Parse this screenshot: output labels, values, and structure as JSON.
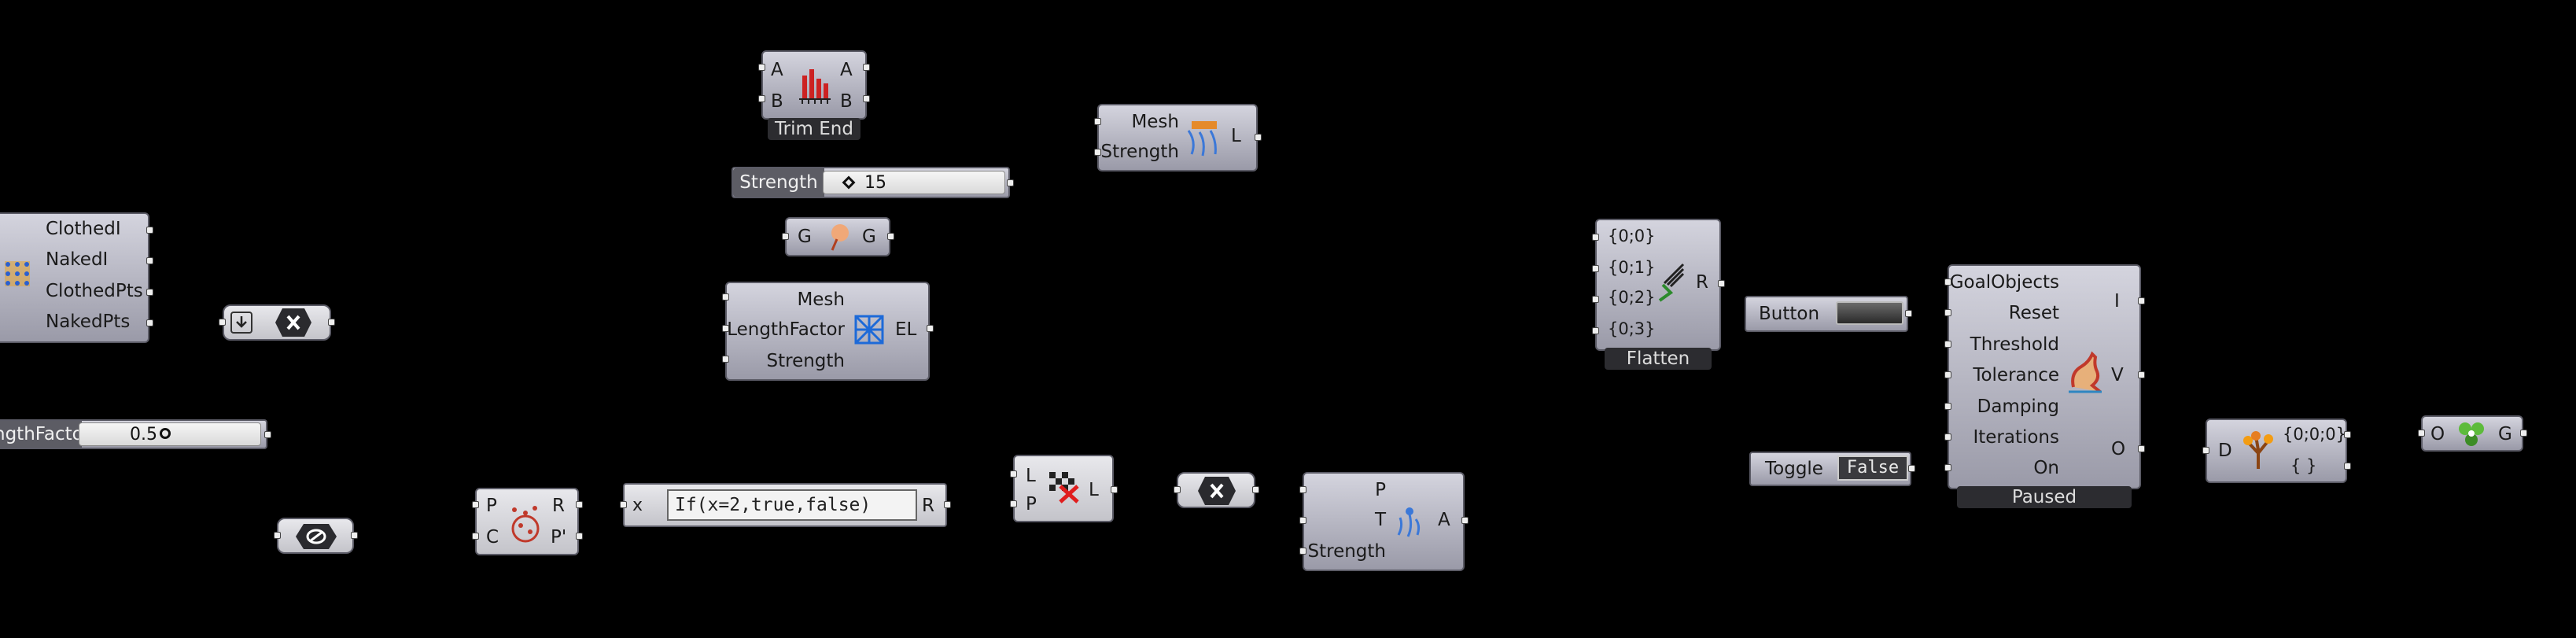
{
  "nodes": {
    "kangaroo_mesh": {
      "outputs": [
        "ClothedI",
        "NakedI",
        "ClothedPts",
        "NakedPts"
      ]
    },
    "length_factor_slider": {
      "label": "ngthFactor",
      "value": "0.5"
    },
    "trim_end": {
      "inputs": [
        "A",
        "B"
      ],
      "outputs": [
        "A",
        "B"
      ],
      "name": "Trim End"
    },
    "strength_slider": {
      "label": "Strength",
      "value": "15"
    },
    "goal_gg": {
      "input": "G",
      "output": "G"
    },
    "edge_lengths": {
      "inputs": [
        "Mesh",
        "LengthFactor",
        "Strength"
      ],
      "output": "EL"
    },
    "mesh_strength": {
      "inputs": [
        "Mesh",
        "Strength"
      ],
      "output": "L"
    },
    "flatten": {
      "inputs": [
        "{0;0}",
        "{0;1}",
        "{0;2}",
        "{0;3}"
      ],
      "output": "R",
      "name": "Flatten"
    },
    "button": {
      "label": "Button"
    },
    "toggle": {
      "label": "Toggle",
      "value": "False"
    },
    "solver": {
      "inputs": [
        "GoalObjects",
        "Reset",
        "Threshold",
        "Tolerance",
        "Damping",
        "Iterations",
        "On"
      ],
      "outputs": [
        "I",
        "V",
        "O"
      ],
      "status": "Paused"
    },
    "tree_node": {
      "input": "D",
      "path": "{0;0;0}",
      "value": "{ }"
    },
    "entwine": {
      "input": "O",
      "output": "G"
    },
    "pc_node": {
      "inputs": [
        "P",
        "C"
      ],
      "outputs": [
        "R",
        "P'"
      ]
    },
    "expression": {
      "input": "x",
      "expr": "If(x=2,true,false)",
      "output": "R"
    },
    "cull": {
      "inputs": [
        "L",
        "P"
      ],
      "output": "L"
    },
    "anchor": {
      "inputs": [
        "P",
        "T",
        "Strength"
      ],
      "output": "A"
    }
  },
  "colors": {
    "canvas": "#000000",
    "component_top": "#d4d4de",
    "component_bottom": "#9a9aa8",
    "label_strip": "#2c2c30"
  }
}
